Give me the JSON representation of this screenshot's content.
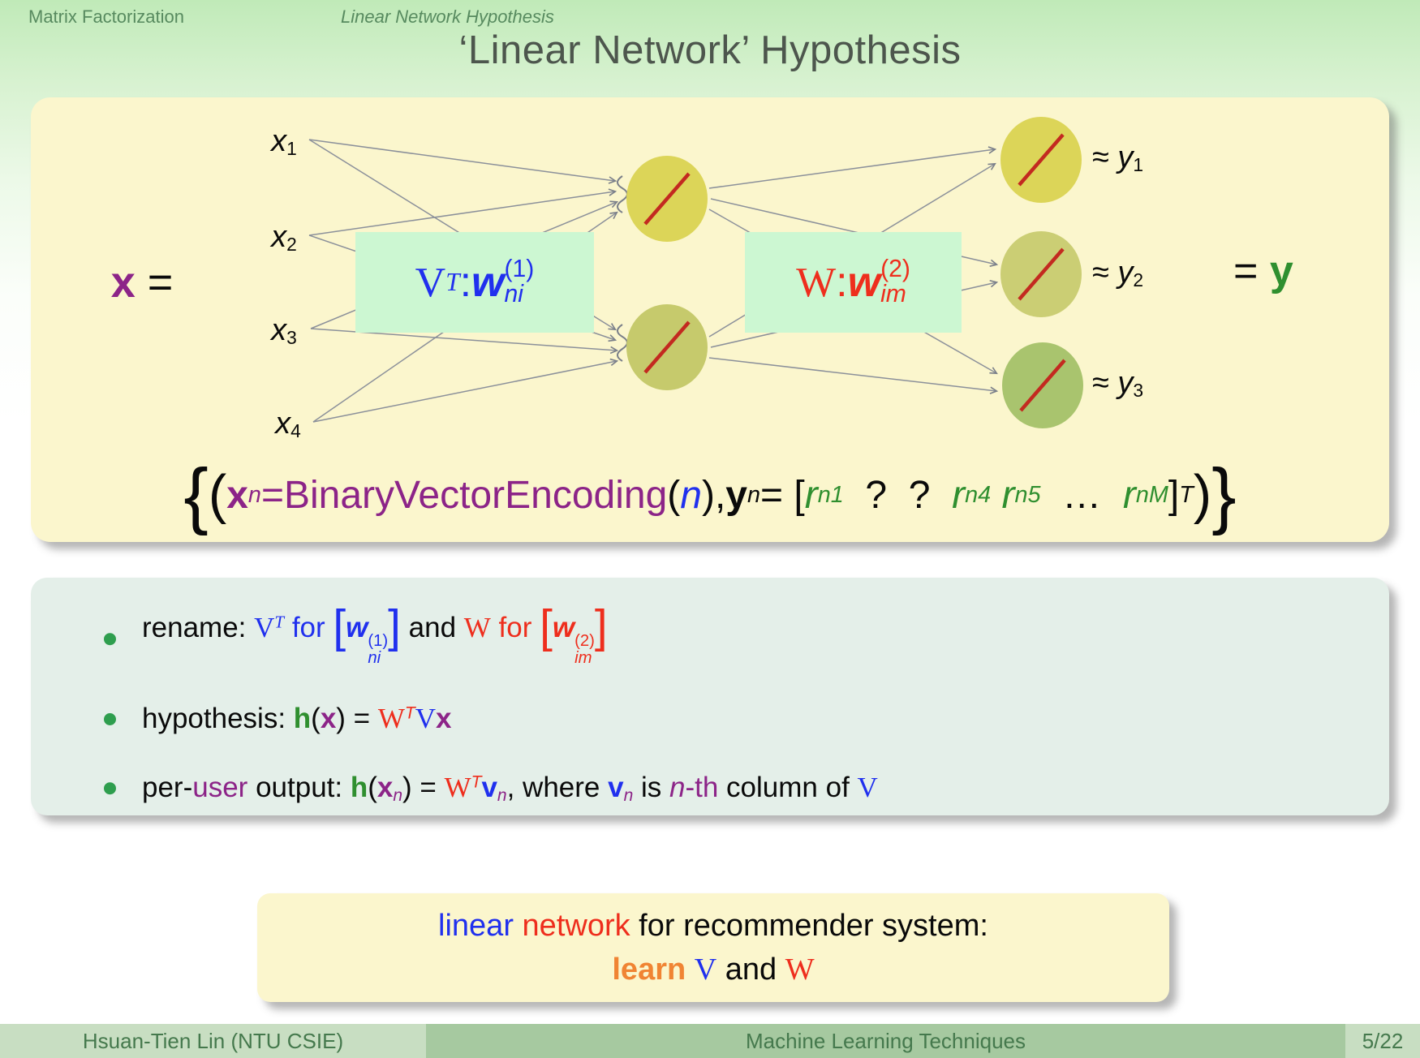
{
  "colors": {
    "math_blue": "#2030ee",
    "math_red": "#ee2e1d",
    "math_purple": "#8c2488",
    "math_green": "#2f8f2f",
    "orange": "#f08433",
    "panel_yellow": "#fbf6cd",
    "mint": "#ccf7d2",
    "panel_mintgray": "#e4efe9",
    "node_yellow": "#dcd558",
    "node_olive": "#c6ca6c",
    "node_olive2": "#cbce74",
    "node_green": "#a9c46e",
    "node_slash_red": "#c32a20",
    "arrow_gray": "#8b909a",
    "header_green": "#578a5f",
    "title_color": "#4d564d",
    "footer_band_light": "#c8dec2",
    "footer_band_dark": "#a6c9a0",
    "footer_text": "#45794d",
    "bullet_dot": "#2e9e4e"
  },
  "header": {
    "section": "Matrix Factorization",
    "subsection": "Linear Network Hypothesis"
  },
  "title": "‘Linear Network’ Hypothesis",
  "diagram": {
    "x_equals": [
      {
        "t": "x",
        "c": "purple bold"
      },
      {
        "t": " = ",
        "c": ""
      }
    ],
    "inputs": [
      [
        {
          "t": "x",
          "c": "italic"
        },
        {
          "t": "1",
          "c": "sub"
        }
      ],
      [
        {
          "t": "x",
          "c": "italic"
        },
        {
          "t": "2",
          "c": "sub"
        }
      ],
      [
        {
          "t": "x",
          "c": "italic"
        },
        {
          "t": "3",
          "c": "sub"
        }
      ],
      [
        {
          "t": "x",
          "c": "italic"
        },
        {
          "t": "4",
          "c": "sub"
        }
      ]
    ],
    "v_label": [
      {
        "t": "V",
        "c": "serif blue"
      },
      {
        "t": "T",
        "c": "serif blue sup italic"
      },
      {
        "t": " : ",
        "c": "blue"
      },
      {
        "t": "w",
        "c": "blue bold italic"
      },
      {
        "sup": "(1)",
        "sub": "ni",
        "c": "blue"
      }
    ],
    "w_label": [
      {
        "t": "W",
        "c": "serif red"
      },
      {
        "t": " : ",
        "c": "red"
      },
      {
        "t": "w",
        "c": "red bold italic"
      },
      {
        "sup": "(2)",
        "sub": "im",
        "c": "red"
      }
    ],
    "outputs": [
      [
        {
          "t": "≈ ",
          "c": ""
        },
        {
          "t": "y",
          "c": "italic"
        },
        {
          "t": "1",
          "c": "sub"
        }
      ],
      [
        {
          "t": "≈ ",
          "c": ""
        },
        {
          "t": "y",
          "c": "italic"
        },
        {
          "t": "2",
          "c": "sub"
        }
      ],
      [
        {
          "t": "≈ ",
          "c": ""
        },
        {
          "t": "y",
          "c": "italic"
        },
        {
          "t": "3",
          "c": "sub"
        }
      ]
    ],
    "equals_y": [
      {
        "t": "= ",
        "c": ""
      },
      {
        "t": "y",
        "c": "green bold"
      }
    ],
    "formula": [
      {
        "t": "{",
        "c": "brace"
      },
      {
        "t": "(",
        "c": "bigp"
      },
      {
        "t": "x",
        "c": "purple bold"
      },
      {
        "t": "n",
        "c": "purple sub italic"
      },
      {
        "t": " = ",
        "c": "purple"
      },
      {
        "t": "BinaryVectorEncoding",
        "c": "purple"
      },
      {
        "t": "(",
        "c": ""
      },
      {
        "t": "n",
        "c": "blue italic"
      },
      {
        "t": ")",
        "c": ""
      },
      {
        "t": ", ",
        "c": ""
      },
      {
        "t": "y",
        "c": "bold"
      },
      {
        "t": "n",
        "c": "sub italic"
      },
      {
        "t": " = [",
        "c": ""
      },
      {
        "t": "r",
        "c": "green italic"
      },
      {
        "t": "n1",
        "c": "green sub italic"
      },
      {
        "t": "  ?  ?  ",
        "c": ""
      },
      {
        "t": "r",
        "c": "green italic"
      },
      {
        "t": "n4",
        "c": "green sub italic"
      },
      {
        "t": "  ",
        "c": ""
      },
      {
        "t": "r",
        "c": "green italic"
      },
      {
        "t": "n5",
        "c": "green sub italic"
      },
      {
        "t": "  …  ",
        "c": ""
      },
      {
        "t": "r",
        "c": "green italic"
      },
      {
        "t": "nM",
        "c": "green sub italic"
      },
      {
        "t": "]",
        "c": ""
      },
      {
        "t": "T",
        "c": "sup italic"
      },
      {
        "t": ")",
        "c": "bigp"
      },
      {
        "t": "}",
        "c": "brace"
      }
    ]
  },
  "bullets": [
    [
      {
        "t": "rename: ",
        "c": ""
      },
      {
        "t": "V",
        "c": "serif blue"
      },
      {
        "t": "T",
        "c": "serif blue sup italic"
      },
      {
        "t": " for ",
        "c": "blue"
      },
      {
        "t": "[",
        "c": "blue bigbr"
      },
      {
        "t": "w",
        "c": "blue bold italic"
      },
      {
        "sup": "(1)",
        "sub": "ni",
        "c": "blue"
      },
      {
        "t": "]",
        "c": "blue bigbr"
      },
      {
        "t": " and ",
        "c": ""
      },
      {
        "t": "W",
        "c": "serif red"
      },
      {
        "t": " for ",
        "c": "red"
      },
      {
        "t": "[",
        "c": "red bigbr"
      },
      {
        "t": "w",
        "c": "red bold italic"
      },
      {
        "sup": "(2)",
        "sub": "im",
        "c": "red"
      },
      {
        "t": "]",
        "c": "red bigbr"
      }
    ],
    [
      {
        "t": "hypothesis: ",
        "c": ""
      },
      {
        "t": "h",
        "c": "green bold"
      },
      {
        "t": "(",
        "c": ""
      },
      {
        "t": "x",
        "c": "purple bold"
      },
      {
        "t": ") = ",
        "c": ""
      },
      {
        "t": "W",
        "c": "serif red"
      },
      {
        "t": "T",
        "c": "red sup italic"
      },
      {
        "t": "V",
        "c": "serif blue"
      },
      {
        "t": "x",
        "c": "purple bold"
      }
    ],
    [
      {
        "t": "per-",
        "c": ""
      },
      {
        "t": "user",
        "c": "purple"
      },
      {
        "t": " output: ",
        "c": ""
      },
      {
        "t": "h",
        "c": "green bold"
      },
      {
        "t": "(",
        "c": ""
      },
      {
        "t": "x",
        "c": "purple bold"
      },
      {
        "t": "n",
        "c": "purple sub italic"
      },
      {
        "t": ") = ",
        "c": ""
      },
      {
        "t": "W",
        "c": "serif red"
      },
      {
        "t": "T",
        "c": "red sup italic"
      },
      {
        "t": "v",
        "c": "blue bold"
      },
      {
        "t": "n",
        "c": "purple sub italic"
      },
      {
        "t": ", where ",
        "c": ""
      },
      {
        "t": "v",
        "c": "blue bold"
      },
      {
        "t": "n",
        "c": "purple sub italic"
      },
      {
        "t": " is ",
        "c": ""
      },
      {
        "t": "n",
        "c": "purple italic"
      },
      {
        "t": "-th",
        "c": "purple"
      },
      {
        "t": " column of ",
        "c": ""
      },
      {
        "t": "V",
        "c": "serif blue"
      }
    ]
  ],
  "callout": {
    "line1": [
      {
        "t": "linear",
        "c": "blue"
      },
      {
        "t": " ",
        "c": ""
      },
      {
        "t": "network",
        "c": "red"
      },
      {
        "t": " for recommender system:",
        "c": ""
      }
    ],
    "line2": [
      {
        "t": "learn",
        "c": "orange bold"
      },
      {
        "t": " ",
        "c": ""
      },
      {
        "t": "V",
        "c": "serif blue"
      },
      {
        "t": " and ",
        "c": ""
      },
      {
        "t": "W",
        "c": "serif red"
      }
    ]
  },
  "footer": {
    "author": "Hsuan-Tien Lin  (NTU CSIE)",
    "course": "Machine Learning Techniques",
    "page": "5/22"
  }
}
